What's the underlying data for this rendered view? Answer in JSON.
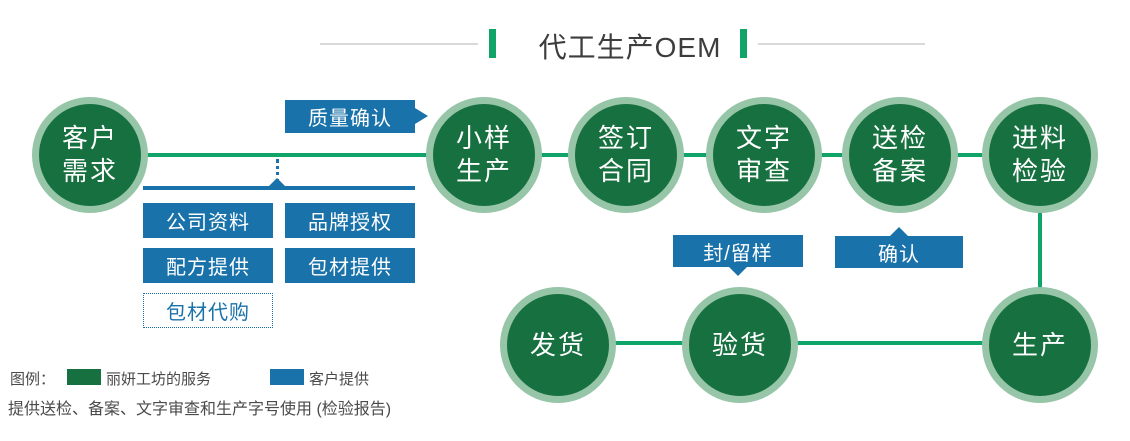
{
  "title": {
    "text": "代工生产OEM"
  },
  "colors": {
    "node_fill": "#17703F",
    "node_ring": "#97C5A8",
    "flow_line": "#11A468",
    "customer_blue": "#1A72AA",
    "title_rule_gray": "#D9D9D9"
  },
  "flow": {
    "top_nodes": [
      {
        "id": "customer-needs",
        "line1": "客户",
        "line2": "需求"
      },
      {
        "id": "sample-production",
        "line1": "小样",
        "line2": "生产"
      },
      {
        "id": "sign-contract",
        "line1": "签订",
        "line2": "合同"
      },
      {
        "id": "text-review",
        "line1": "文字",
        "line2": "审查"
      },
      {
        "id": "inspection-filing",
        "line1": "送检",
        "line2": "备案"
      },
      {
        "id": "incoming-inspection",
        "line1": "进料",
        "line2": "检验"
      }
    ],
    "bottom_nodes": [
      {
        "id": "shipping",
        "label": "发货"
      },
      {
        "id": "goods-inspection",
        "label": "验货"
      },
      {
        "id": "production",
        "label": "生产"
      }
    ]
  },
  "callouts": {
    "quality_confirm": "质量确认",
    "seal_sample": "封/留样",
    "confirm": "确认"
  },
  "customer_items": {
    "company_info": "公司资料",
    "brand_authorization": "品牌授权",
    "formula_supply": "配方提供",
    "packaging_supply": "包材提供",
    "packaging_purchase": "包材代购"
  },
  "legend": {
    "label": "图例：",
    "service_label": "丽妍工坊的服务",
    "customer_label": "客户提供",
    "note": "提供送检、备案、文字审查和生产字号使用 (检验报告)"
  }
}
